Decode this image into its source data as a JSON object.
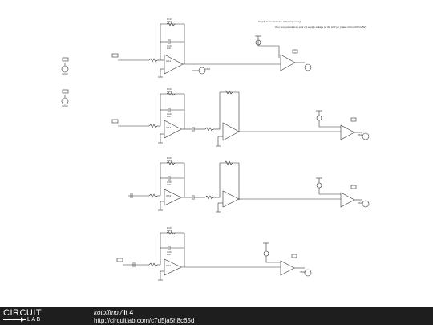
{
  "notes": {
    "line1": "Supply is connected to reference voltage",
    "line2": "If no zero potential on your ckt supply voltage as the Aref pin (make it from 2V5 to 5V)"
  },
  "components": {
    "c1": {
      "res": "R10",
      "res_val": "1MΩ",
      "cap": "C10",
      "cap_val": "1nF",
      "opamp": "OA1",
      "meter": "VM1"
    },
    "c2": {
      "res": "R20",
      "res_val": "10kΩ",
      "cap": "C20",
      "cap_val": "1nF",
      "opamp": "OA2",
      "meter": "VM2"
    },
    "c3": {
      "res": "R30",
      "res_val": "10kΩ",
      "cap": "C30",
      "cap_val": "1nF",
      "opamp": "OA3",
      "meter": "VM3"
    },
    "c4": {
      "res": "R40",
      "res_val": "10kΩ",
      "cap": "C40",
      "cap_val": "1nF",
      "opamp": "OA4",
      "meter": "VM4"
    }
  },
  "footer": {
    "logo_top": "CIRCUIT",
    "logo_bottom": "LAB",
    "author": "kotoffmp",
    "separator": " / ",
    "title": "it 4",
    "url": "http://circuitlab.com/c7d5ja5h8c65d"
  }
}
